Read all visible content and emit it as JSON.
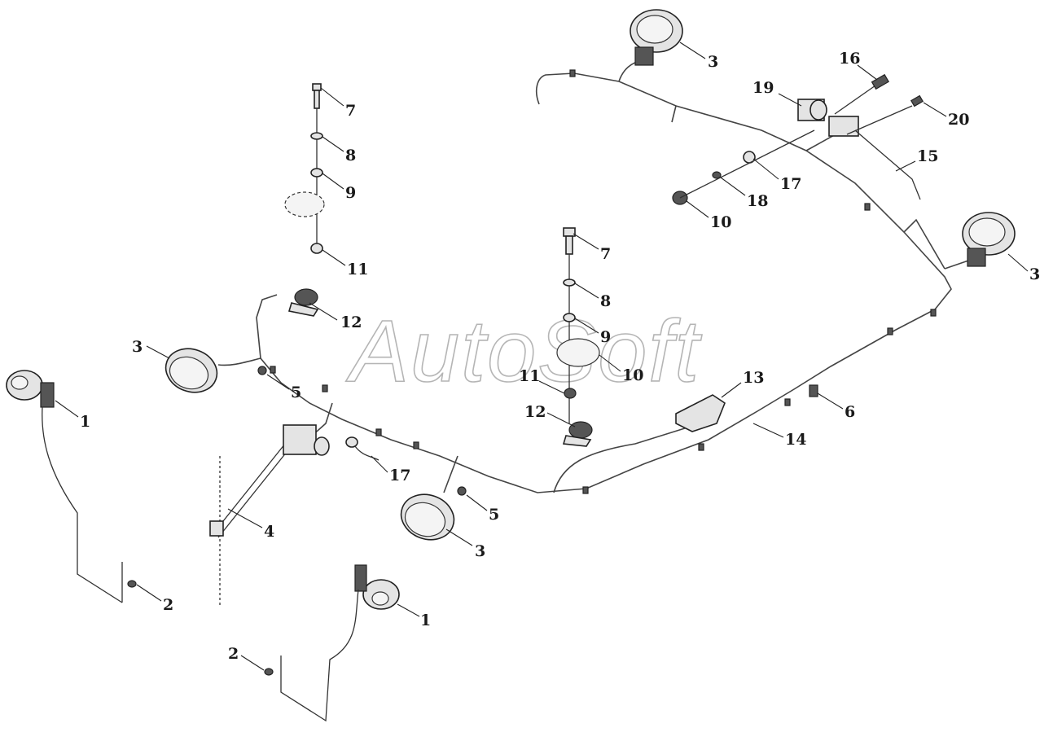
{
  "watermark": "AutoSoft",
  "labels": [
    {
      "id": "1a",
      "text": "1"
    },
    {
      "id": "1b",
      "text": "1"
    },
    {
      "id": "2a",
      "text": "2"
    },
    {
      "id": "2b",
      "text": "2"
    },
    {
      "id": "3a",
      "text": "3"
    },
    {
      "id": "3b",
      "text": "3"
    },
    {
      "id": "3c",
      "text": "3"
    },
    {
      "id": "3d",
      "text": "3"
    },
    {
      "id": "4",
      "text": "4"
    },
    {
      "id": "5a",
      "text": "5"
    },
    {
      "id": "5b",
      "text": "5"
    },
    {
      "id": "6",
      "text": "6"
    },
    {
      "id": "7a",
      "text": "7"
    },
    {
      "id": "7b",
      "text": "7"
    },
    {
      "id": "8a",
      "text": "8"
    },
    {
      "id": "8b",
      "text": "8"
    },
    {
      "id": "9a",
      "text": "9"
    },
    {
      "id": "9b",
      "text": "9"
    },
    {
      "id": "10a",
      "text": "10"
    },
    {
      "id": "10b",
      "text": "10"
    },
    {
      "id": "11a",
      "text": "11"
    },
    {
      "id": "11b",
      "text": "11"
    },
    {
      "id": "12a",
      "text": "12"
    },
    {
      "id": "12b",
      "text": "12"
    },
    {
      "id": "13",
      "text": "13"
    },
    {
      "id": "14",
      "text": "14"
    },
    {
      "id": "15",
      "text": "15"
    },
    {
      "id": "16",
      "text": "16"
    },
    {
      "id": "17a",
      "text": "17"
    },
    {
      "id": "17b",
      "text": "17"
    },
    {
      "id": "18",
      "text": "18"
    },
    {
      "id": "19",
      "text": "19"
    },
    {
      "id": "20",
      "text": "20"
    }
  ]
}
